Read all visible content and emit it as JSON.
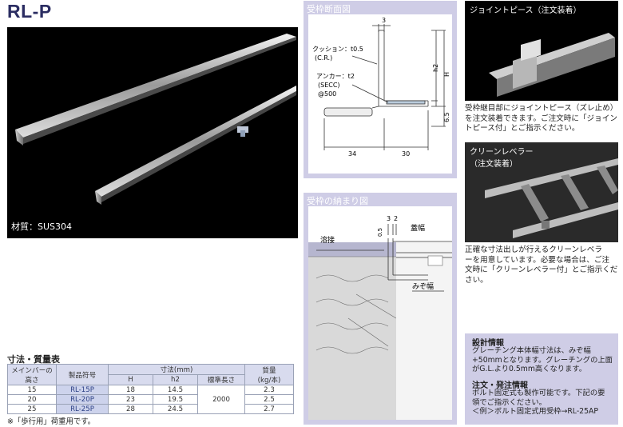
{
  "title": "RL-P",
  "material_label": "材質：SUS304",
  "section_panel": {
    "title": "受枠断面図",
    "dims": {
      "top": "3",
      "h2": "h2",
      "H": "H",
      "bottom": "6.5",
      "left_width": "34",
      "right_width": "30"
    },
    "labels": {
      "cushion": "クッション：t0.5",
      "cushion_cr": "(C.R.)",
      "anchor": "アンカー：t2",
      "anchor_mat": "(SECC)",
      "anchor_pitch": "@500"
    }
  },
  "install_panel": {
    "title": "受枠の納まり図",
    "dims": {
      "d3": "3",
      "d2": "2",
      "d05": "0.5"
    },
    "labels": {
      "lid": "蓋幅",
      "weld": "溶接",
      "groove": "みぞ幅"
    }
  },
  "joint_piece": {
    "label": "ジョイントピース（注文装着）",
    "caption": [
      "受枠継目部にジョイントピース（ズレ止め）",
      "を注文装着できます。ご注文時に「ジョイン",
      "トピース付」とご指示ください。"
    ]
  },
  "clean_leveler": {
    "label": [
      "クリーンレベラー",
      "（注文装着）"
    ],
    "caption": [
      "正確な寸法出しが行えるクリーンレベラ",
      "ーを用意しています。必要な場合は、ご注",
      "文時に「クリーンレベラー付」とご指示くだ",
      "さい。"
    ]
  },
  "design_info": {
    "heading": "設計情報",
    "text": [
      "グレーチング本体幅寸法は、みぞ幅",
      "+50mmとなります。グレーチングの上面",
      "がG.L.より0.5mm高くなります。"
    ]
  },
  "order_info": {
    "heading": "注文・発注情報",
    "text": [
      "ボルト固定式も製作可能です。下記の要",
      "領でご指示ください。",
      "＜例＞ボルト固定式用受枠→RL-25AP"
    ]
  },
  "spec_table": {
    "title": "寸法・質量表",
    "headers": {
      "member_height": "メインバーの高さ",
      "product_code": "製品符号",
      "dimension": "寸法(mm)",
      "H": "H",
      "h2": "h2",
      "std_length": "標準長さ",
      "mass": "質量",
      "mass_unit": "(kg/本)"
    },
    "rows": [
      {
        "member": "15",
        "code": "RL-15P",
        "H": "18",
        "h2": "14.5",
        "mass": "2.3"
      },
      {
        "member": "20",
        "code": "RL-20P",
        "H": "23",
        "h2": "19.5",
        "mass": "2.5"
      },
      {
        "member": "25",
        "code": "RL-25P",
        "H": "28",
        "h2": "24.5",
        "mass": "2.7"
      }
    ],
    "std_length_value": "2000"
  },
  "note": "※「歩行用」荷重用です。"
}
